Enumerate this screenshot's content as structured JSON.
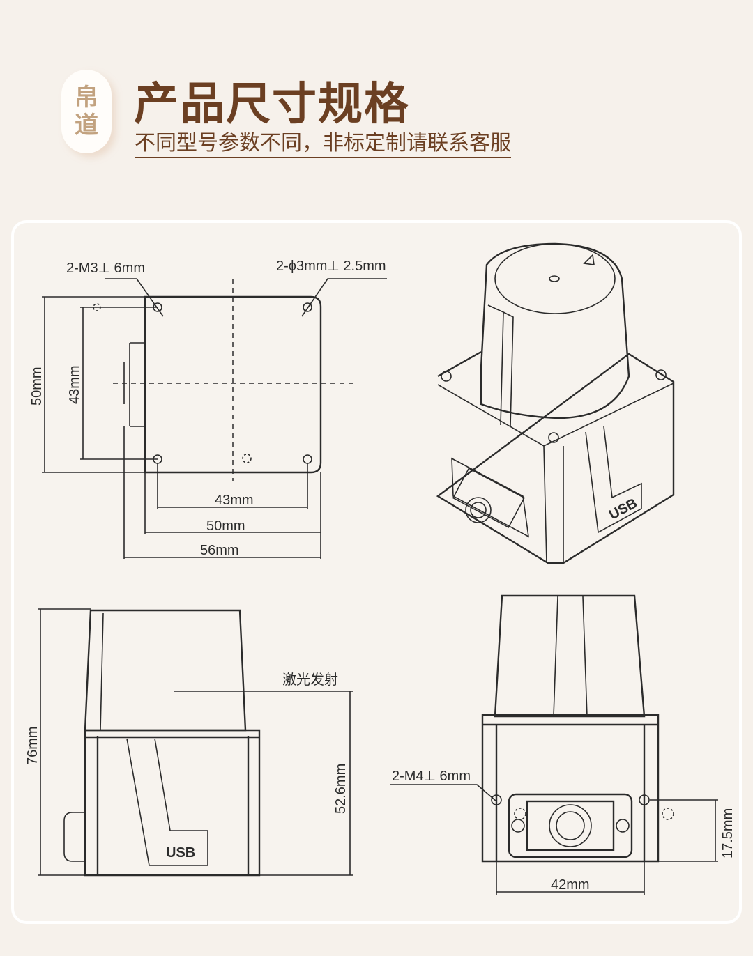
{
  "header": {
    "badge_chars": [
      "帛",
      "道"
    ],
    "title": "产品尺寸规格",
    "subtitle": "不同型号参数不同，非标定制请联系客服"
  },
  "top_view": {
    "label_m3": "2-M3⊥ 6mm",
    "label_phi3": "2-ϕ3mm⊥ 2.5mm",
    "dim_height_50": "50mm",
    "dim_height_43": "43mm",
    "dim_width_43": "43mm",
    "dim_width_50": "50mm",
    "dim_width_56": "56mm"
  },
  "iso_view": {
    "usb_label": "USB"
  },
  "side_view": {
    "dim_height_76": "76mm",
    "laser_label": "激光发射",
    "dim_height_52_6": "52.6mm",
    "usb_label": "USB"
  },
  "front_view": {
    "label_m4": "2-M4⊥ 6mm",
    "dim_width_42": "42mm",
    "dim_height_17_5": "17.5mm"
  },
  "colors": {
    "title": "#6b3f22",
    "badge": "#c2a27f",
    "background": "#f6f1eb"
  }
}
